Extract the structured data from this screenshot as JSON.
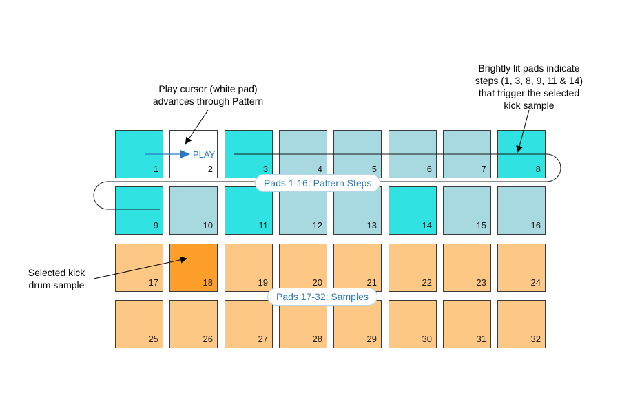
{
  "pads": [
    {
      "n": "1",
      "state": "step-on"
    },
    {
      "n": "2",
      "state": "step-cursor"
    },
    {
      "n": "3",
      "state": "step-on"
    },
    {
      "n": "4",
      "state": "step-off"
    },
    {
      "n": "5",
      "state": "step-off"
    },
    {
      "n": "6",
      "state": "step-off"
    },
    {
      "n": "7",
      "state": "step-off"
    },
    {
      "n": "8",
      "state": "step-on"
    },
    {
      "n": "9",
      "state": "step-on"
    },
    {
      "n": "10",
      "state": "step-off"
    },
    {
      "n": "11",
      "state": "step-on"
    },
    {
      "n": "12",
      "state": "step-off"
    },
    {
      "n": "13",
      "state": "step-off"
    },
    {
      "n": "14",
      "state": "step-on"
    },
    {
      "n": "15",
      "state": "step-off"
    },
    {
      "n": "16",
      "state": "step-off"
    },
    {
      "n": "17",
      "state": "sample"
    },
    {
      "n": "18",
      "state": "sample-selected"
    },
    {
      "n": "19",
      "state": "sample"
    },
    {
      "n": "20",
      "state": "sample"
    },
    {
      "n": "21",
      "state": "sample"
    },
    {
      "n": "22",
      "state": "sample"
    },
    {
      "n": "23",
      "state": "sample"
    },
    {
      "n": "24",
      "state": "sample"
    },
    {
      "n": "25",
      "state": "sample"
    },
    {
      "n": "26",
      "state": "sample"
    },
    {
      "n": "27",
      "state": "sample"
    },
    {
      "n": "28",
      "state": "sample"
    },
    {
      "n": "29",
      "state": "sample"
    },
    {
      "n": "30",
      "state": "sample"
    },
    {
      "n": "31",
      "state": "sample"
    },
    {
      "n": "32",
      "state": "sample"
    }
  ],
  "labels": {
    "play": "PLAY",
    "pattern_steps": "Pads 1-16: Pattern Steps",
    "samples": "Pads 17-32: Samples"
  },
  "annotations": {
    "play_cursor": [
      "Play cursor (white pad)",
      "advances through Pattern"
    ],
    "lit_pads": [
      "Brightly lit pads indicate",
      "steps (1, 3, 8, 9, 11 & 14)",
      "that trigger the selected",
      "kick sample"
    ],
    "selected_sample": [
      "Selected kick",
      "drum  sample"
    ]
  },
  "colors": {
    "step_on": "#30e2e2",
    "step_off": "#a8d8e0",
    "step_cursor": "#ffffff",
    "sample": "#fdc886",
    "sample_selected": "#fd9f2a",
    "label_blue": "#2a78c2"
  }
}
